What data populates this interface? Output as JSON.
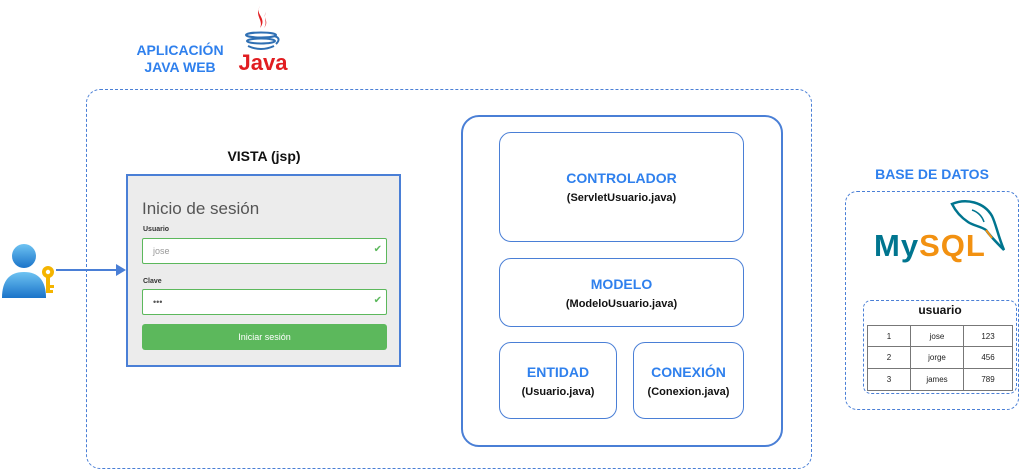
{
  "app": {
    "title_line1": "APLICACIÓN",
    "title_line2": "JAVA WEB",
    "java_logo_text": "Java",
    "icon": "java-coffee-cup-icon"
  },
  "user_icon": "user-key-icon",
  "vista": {
    "title": "VISTA (jsp)",
    "login": {
      "heading": "Inicio de sesión",
      "username_label": "Usuario",
      "username_value": "jose",
      "password_label": "Clave",
      "password_value": "•••",
      "submit_label": "Iniciar sesión"
    }
  },
  "mvc": {
    "controlador": {
      "title": "CONTROLADOR",
      "file": "(ServletUsuario.java)"
    },
    "modelo": {
      "title": "MODELO",
      "file": "(ModeloUsuario.java)"
    },
    "entidad": {
      "title": "ENTIDAD",
      "file": "(Usuario.java)"
    },
    "conexion": {
      "title": "CONEXIÓN",
      "file": "(Conexion.java)"
    }
  },
  "database": {
    "title": "BASE DE DATOS",
    "logo_text_my": "My",
    "logo_text_sql": "SQL",
    "logo_icon": "mysql-dolphin-icon",
    "table": {
      "name": "usuario",
      "rows": [
        [
          "1",
          "jose",
          "123"
        ],
        [
          "2",
          "jorge",
          "456"
        ],
        [
          "3",
          "james",
          "789"
        ]
      ]
    }
  },
  "colors": {
    "accent_blue": "#2f80ed",
    "border_blue": "#4a7fd6",
    "java_red": "#e11d21",
    "success_green": "#5cb85c",
    "mysql_blue": "#00758f",
    "mysql_orange": "#f29111"
  }
}
